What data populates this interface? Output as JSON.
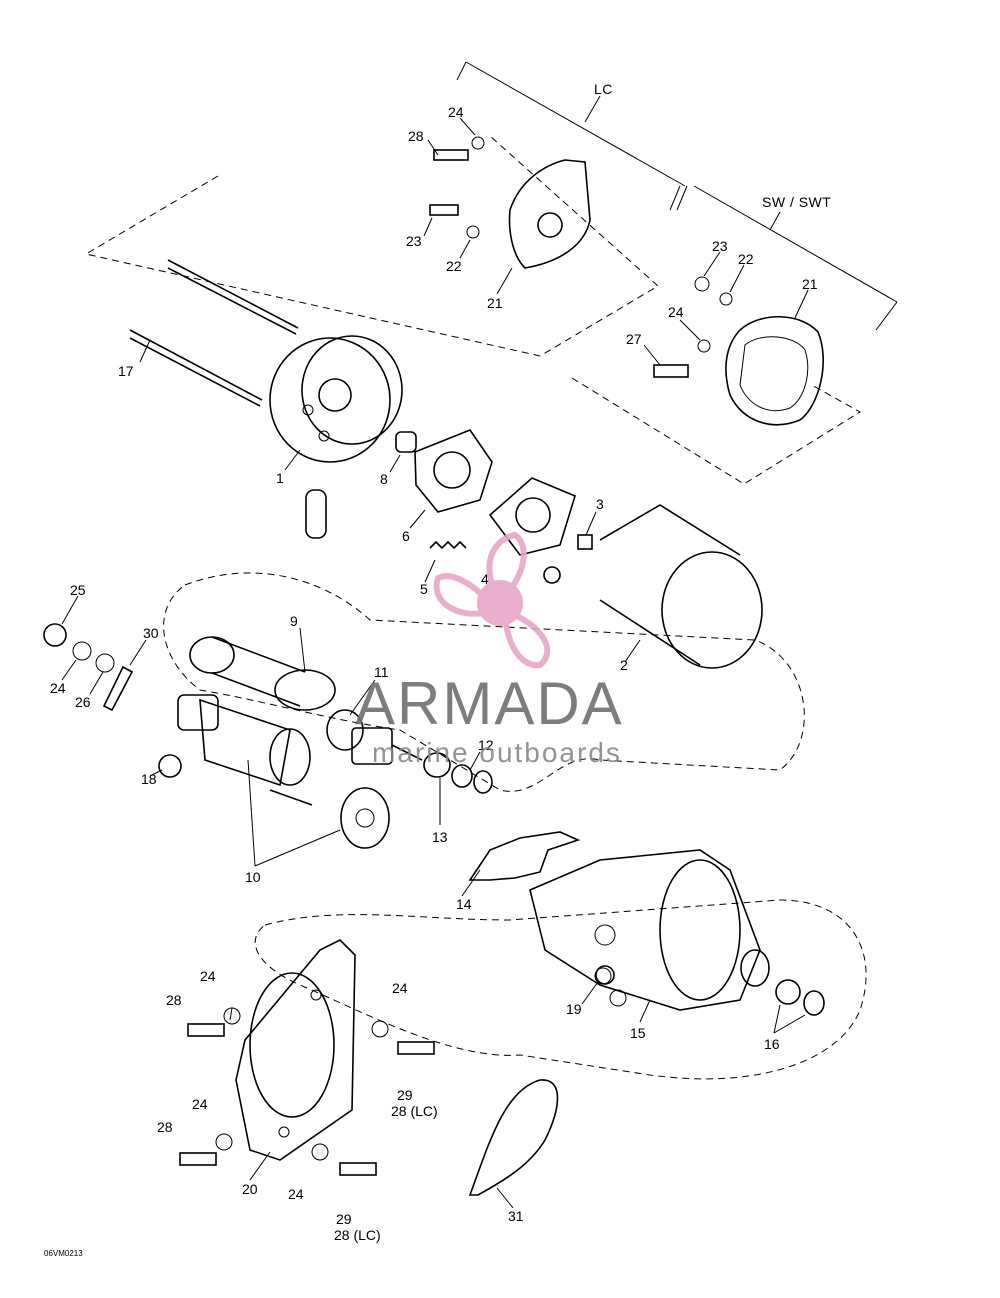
{
  "sections": {
    "lc": "LC",
    "sw_swt": "SW / SWT"
  },
  "callouts": {
    "c1": "1",
    "c2": "2",
    "c3": "3",
    "c4": "4",
    "c5": "5",
    "c6": "6",
    "c8": "8",
    "c9": "9",
    "c10": "10",
    "c11": "11",
    "c12": "12",
    "c13": "13",
    "c14": "14",
    "c15": "15",
    "c16": "16",
    "c17": "17",
    "c18": "18",
    "c19": "19",
    "c20": "20",
    "c21_lc": "21",
    "c22_lc": "22",
    "c23_lc": "23",
    "c24_lc": "24",
    "c28_lc": "28",
    "c21_sw": "21",
    "c22_sw": "22",
    "c23_sw": "23",
    "c24_sw": "24",
    "c27_sw": "27",
    "c25": "25",
    "c24_left": "24",
    "c26": "26",
    "c30": "30",
    "c24_b1": "24",
    "c28_b1": "28",
    "c24_b2": "24",
    "c29_b1": "29",
    "c28lc_b1": "28 (LC)",
    "c24_b3": "24",
    "c28_b2": "28",
    "c24_b4": "24",
    "c29_b2": "29",
    "c28lc_b2": "28 (LC)",
    "c31": "31"
  },
  "code": "06VM0213",
  "watermark": {
    "brand": "ARMADA",
    "tagline": "marine outboards",
    "color_logo": "#e8a6c8",
    "color_text": "#707070"
  }
}
